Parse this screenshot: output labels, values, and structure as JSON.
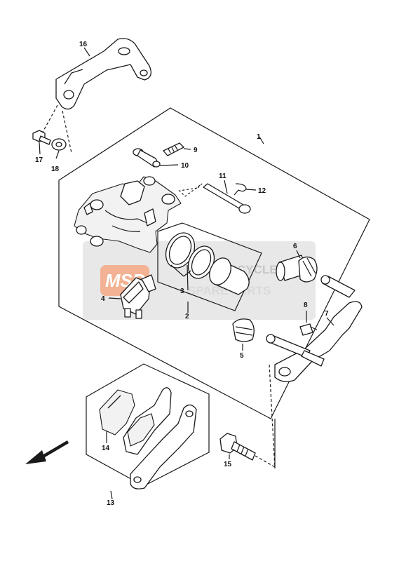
{
  "diagram": {
    "labels": {
      "p1": "1",
      "p2": "2",
      "p3": "3",
      "p4": "4",
      "p5": "5",
      "p6": "6",
      "p7": "7",
      "p8": "8",
      "p9": "9",
      "p10": "10",
      "p11": "11",
      "p12": "12",
      "p13": "13",
      "p14": "14",
      "p15": "15",
      "p16": "16",
      "p17": "17",
      "p18": "18"
    },
    "watermark": {
      "logo": "MSP",
      "line1": "MOTORCYCLE",
      "line2": "SPARE PARTS"
    },
    "colors": {
      "line": "#1a1a1a",
      "watermark_orange": "#e8743c",
      "watermark_gray": "#9a9a9a"
    },
    "direction_icon": "front-arrow-icon"
  }
}
